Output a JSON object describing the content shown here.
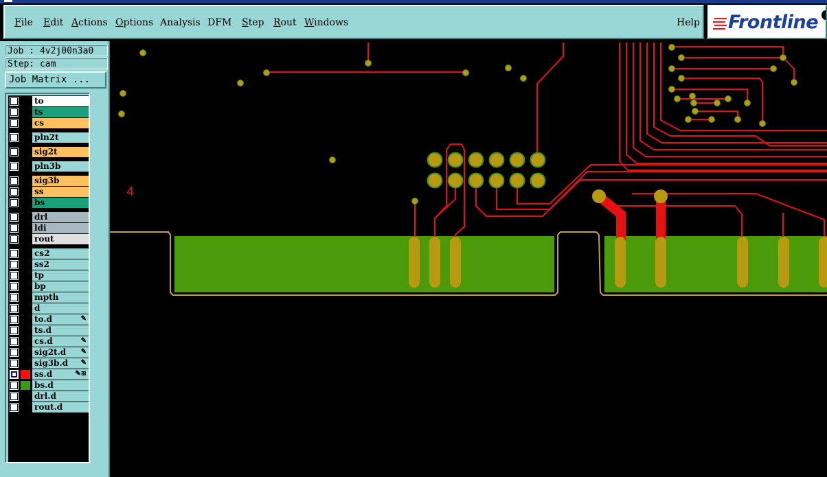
{
  "menu": {
    "items": [
      {
        "key": "file",
        "label": "File",
        "u": true
      },
      {
        "key": "edit",
        "label": "Edit",
        "u": true
      },
      {
        "key": "actions",
        "label": "Actions",
        "u": true
      },
      {
        "key": "options",
        "label": "Options",
        "u": true
      },
      {
        "key": "analysis",
        "label": "Analysis",
        "u": false
      },
      {
        "key": "dfm",
        "label": "DFM",
        "u": false
      },
      {
        "key": "step",
        "label": "Step",
        "u": true
      },
      {
        "key": "rout",
        "label": "Rout",
        "u": true
      },
      {
        "key": "windows",
        "label": "Windows",
        "u": true
      }
    ],
    "help_label": "Help"
  },
  "logo": {
    "text": "Frontline",
    "color": "#1b3fa0",
    "mark_color": "#e02020"
  },
  "job": {
    "text": "Job : 4v2j00n3a0",
    "step_text": "Step: cam",
    "matrix_button": "Job Matrix ..."
  },
  "layers": [
    {
      "name": "to",
      "color": "#ffffff"
    },
    {
      "name": "ts",
      "color": "#1aa07a"
    },
    {
      "name": "cs",
      "color": "#ffc060"
    },
    {
      "name": "pln2t",
      "color": "#99d6d6"
    },
    {
      "name": "sig2t",
      "color": "#ffc060"
    },
    {
      "name": "pln3b",
      "color": "#99d6d6"
    },
    {
      "name": "sig3b",
      "color": "#ffc060"
    },
    {
      "name": "ss",
      "color": "#ffc060"
    },
    {
      "name": "bs",
      "color": "#1aa07a"
    },
    {
      "name": "drl",
      "color": "#a8b8c0"
    },
    {
      "name": "ldi",
      "color": "#a8b8c0"
    },
    {
      "name": "rout",
      "color": "#e0e0e0"
    },
    {
      "name": "cs2",
      "color": "#99d6d6"
    },
    {
      "name": "ss2",
      "color": "#99d6d6"
    },
    {
      "name": "tp",
      "color": "#99d6d6"
    },
    {
      "name": "bp",
      "color": "#99d6d6"
    },
    {
      "name": "mpth",
      "color": "#99d6d6"
    },
    {
      "name": "d",
      "color": "#99d6d6"
    },
    {
      "name": "to.d",
      "color": "#99d6d6",
      "mark": "✎"
    },
    {
      "name": "ts.d",
      "color": "#99d6d6"
    },
    {
      "name": "cs.d",
      "color": "#99d6d6",
      "mark": "✎"
    },
    {
      "name": "sig2t.d",
      "color": "#99d6d6",
      "mark": "✎"
    },
    {
      "name": "sig3b.d",
      "color": "#99d6d6",
      "mark": "✎"
    },
    {
      "name": "ss.d",
      "color": "#99d6d6",
      "mark": "✎⊞",
      "active": true,
      "swatch": "#ff1010"
    },
    {
      "name": "bs.d",
      "color": "#99d6d6",
      "swatch": "#3a9a10"
    },
    {
      "name": "drl.d",
      "color": "#99d6d6"
    },
    {
      "name": "rout.d",
      "color": "#99d6d6"
    }
  ],
  "canvas": {
    "trace_color": "#e81010",
    "pad_color": "#b89a10",
    "pad_edge": "#3a8a30",
    "board_fill": "#4a9a0a",
    "outline_color": "#c8a040",
    "marker_text": "4"
  }
}
